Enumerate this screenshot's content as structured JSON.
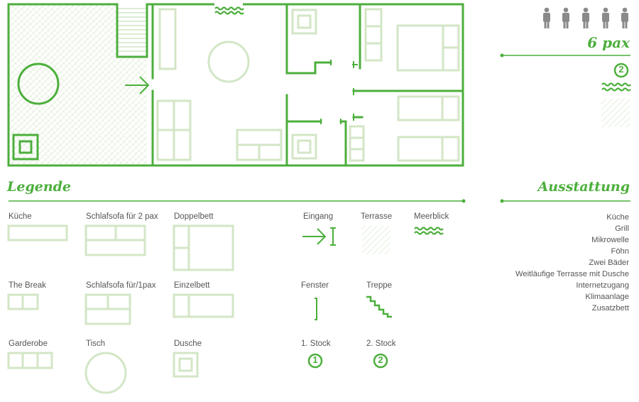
{
  "pax_label": "6 pax",
  "floor_badge": "2",
  "legend": {
    "title": "Legende",
    "items": {
      "kueche": "Küche",
      "schlafsofa2": "Schlafsofa für 2 pax",
      "doppelbett": "Doppelbett",
      "eingang": "Eingang",
      "terrasse": "Terrasse",
      "meerblick": "Meerblick",
      "the_break": "The Break",
      "schlafsofa1": "Schlafsofa für/1pax",
      "einzelbett": "Einzelbett",
      "fenster": "Fenster",
      "treppe": "Treppe",
      "garderobe": "Garderobe",
      "tisch": "Tisch",
      "dusche": "Dusche",
      "stock1": "1. Stock",
      "stock2": "2. Stock"
    },
    "badge1": "1",
    "badge2": "2"
  },
  "amenities": {
    "title": "Ausstattung",
    "items": [
      "Küche",
      "Grill",
      "Mikrowelle",
      "Föhn",
      "Zwei Bäder",
      "Weitläufige Terrasse mit Dusche",
      "Internetzugang",
      "Klimaanlage",
      "Zusatzbett"
    ]
  },
  "colors": {
    "wall": "#4caf3c",
    "furniture": "#d3e6c6",
    "person": "#8a8a8a",
    "text": "#555555"
  }
}
